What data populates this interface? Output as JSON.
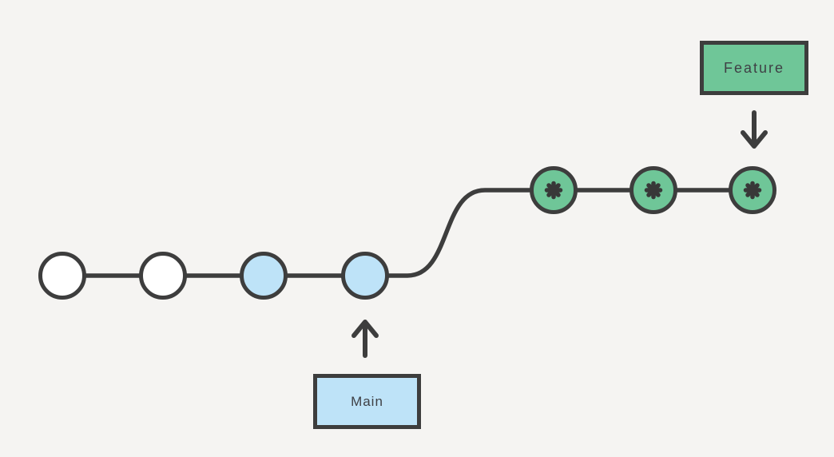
{
  "diagram": {
    "title": "git-branching-diagram",
    "background": "#f5f4f2",
    "stroke_color": "#3d3d3d",
    "branches": {
      "main": {
        "label": "Main",
        "label_box_color": "#bee3f8",
        "commits": [
          {
            "id": 1,
            "style": "white-empty"
          },
          {
            "id": 2,
            "style": "white-empty"
          },
          {
            "id": 3,
            "style": "blue-filled"
          },
          {
            "id": 4,
            "style": "blue-filled",
            "pointed_at_by": "Main"
          }
        ]
      },
      "feature": {
        "label": "Feature",
        "label_box_color": "#6fc698",
        "commits": [
          {
            "id": 5,
            "style": "green-asterisk"
          },
          {
            "id": 6,
            "style": "green-asterisk"
          },
          {
            "id": 7,
            "style": "green-asterisk",
            "pointed_at_by": "Feature"
          }
        ]
      }
    },
    "colors": {
      "node_white": "#ffffff",
      "node_blue": "#bee3f8",
      "node_green": "#6fc698",
      "line": "#3d3d3d",
      "label_text": "#3f4045"
    }
  }
}
